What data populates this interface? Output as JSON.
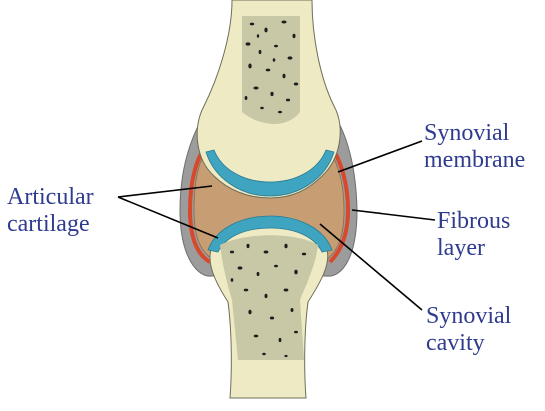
{
  "labels": {
    "articular_cartilage": [
      "Articular",
      "cartilage"
    ],
    "synovial_membrane": [
      "Synovial",
      "membrane"
    ],
    "fibrous_layer": [
      "Fibrous",
      "layer"
    ],
    "synovial_cavity": [
      "Synovial",
      "cavity"
    ]
  },
  "colors": {
    "text": "#2f3b8f",
    "leader_line": "#000000",
    "bone_shaft": "#eeeac4",
    "spongy_bone": "#c8c8a6",
    "bone_pore": "#1e1e1e",
    "cartilage": "#3ea4c0",
    "synovial_cavity": "#c79e74",
    "synovial_membrane": "#d8482a",
    "fibrous_capsule": "#9c9c9c"
  }
}
